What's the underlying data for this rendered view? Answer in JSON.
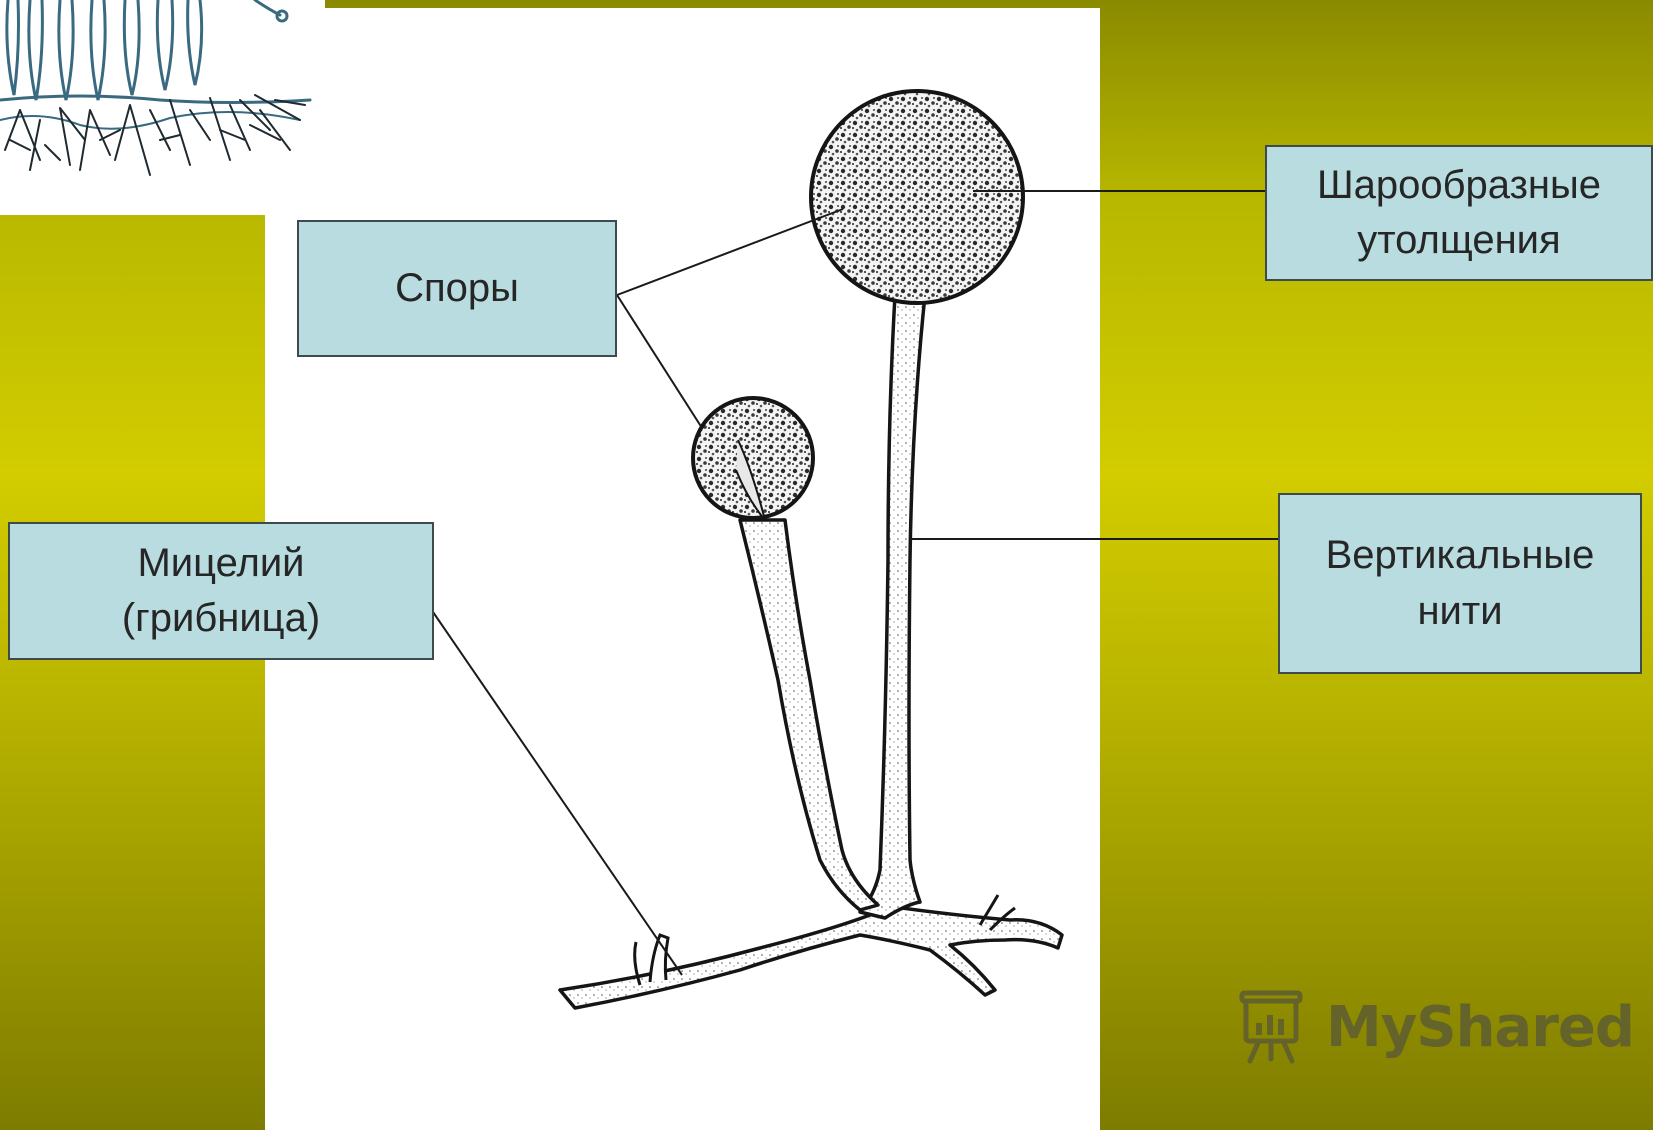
{
  "labels": {
    "spores": "Споры",
    "spherical": "Шарообразные\nутолщения",
    "vertical": "Вертикальные\nнити",
    "mycelium": "Мицелий\n(грибница)"
  },
  "watermark": {
    "text": "MyShared",
    "icon": "presentation-board-icon",
    "color": "#5a5a35"
  },
  "colors": {
    "background": "#c8c400",
    "label_fill": "#b8dce0",
    "label_border": "#3e4a4c",
    "panel": "#ffffff"
  }
}
